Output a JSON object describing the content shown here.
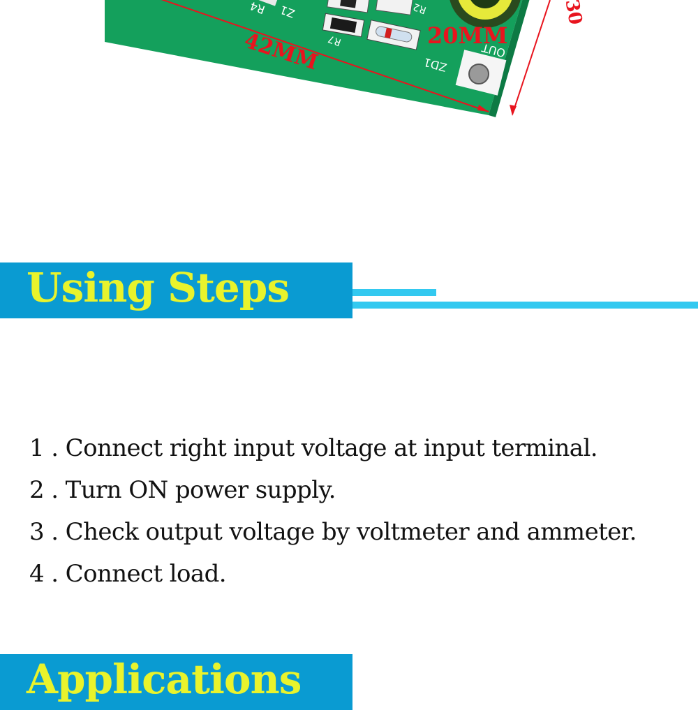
{
  "figure": {
    "dim_width_label": "42MM",
    "dim_height_label": "20MM",
    "dim_side_label": "30",
    "silkscreen": [
      "R4",
      "Z1",
      "R7",
      "R2",
      "ZD1",
      "OUT"
    ]
  },
  "sections": [
    {
      "title": "Using Steps"
    },
    {
      "title": "Applications"
    }
  ],
  "steps": [
    "1 . Connect right input voltage at input terminal.",
    "2 . Turn ON power supply.",
    "3 . Check output voltage by voltmeter and ammeter.",
    "4 . Connect load."
  ],
  "colors": {
    "bar": "#0a9bd2",
    "title": "#e9f32c",
    "deco": "#33c9f0",
    "pcb": "#14a05c",
    "dimension": "#e8141e"
  }
}
